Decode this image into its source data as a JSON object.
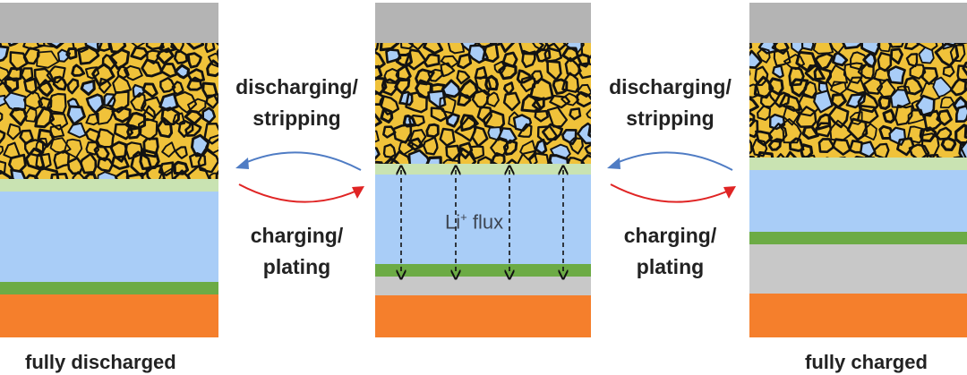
{
  "labels": {
    "discharging_line1": "discharging/",
    "discharging_line2": "stripping",
    "charging_line1": "charging/",
    "charging_line2": "plating",
    "li_flux_base": "Li",
    "li_flux_sup": "+",
    "li_flux_word": " flux"
  },
  "captions": {
    "left": "fully discharged",
    "right": "fully charged"
  },
  "colors": {
    "collector_top": "#b4b4b4",
    "cathode": "#f0c23a",
    "interphase": "#c9e3b2",
    "electrolyte": "#a9cdf7",
    "lithium": "#6cab45",
    "current_collector": "#c8c8c8",
    "anode_collector": "#f57f2c",
    "discharge_arrow": "#4f7cc4",
    "charge_arrow": "#e02424"
  }
}
